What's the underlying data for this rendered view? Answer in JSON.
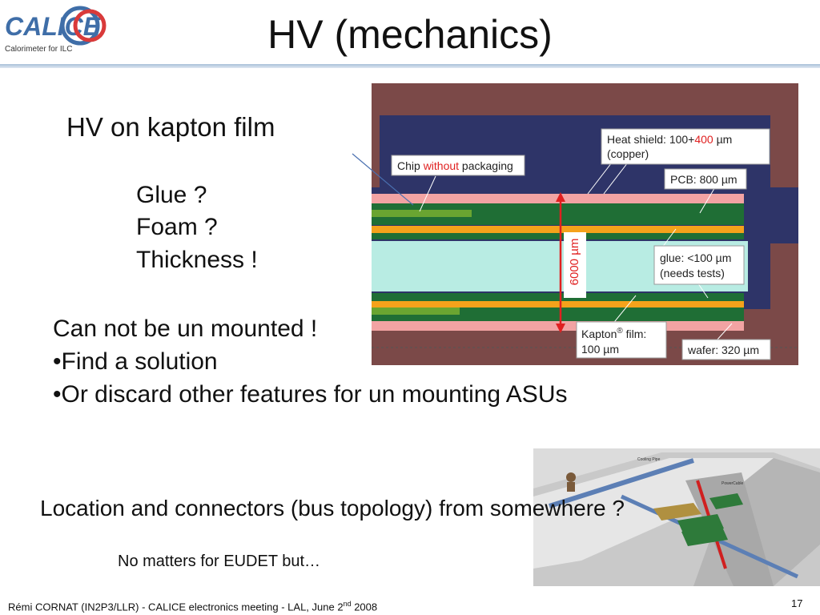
{
  "header": {
    "title": "HV (mechanics)",
    "logo": {
      "text": "CALICE",
      "tagline": "Calorimeter for ILC"
    }
  },
  "content": {
    "subtitle": "HV on kapton film",
    "questions": [
      "Glue ?",
      "Foam ?",
      "Thickness !"
    ],
    "note": "Can not be un mounted !",
    "bullets": [
      "•Find a solution",
      "•Or discard other features for un mounting ASUs"
    ],
    "location_line": "Location and connectors (bus topology) from somewhere ?",
    "eudet_note": "No matters for EUDET but…"
  },
  "cross_section": {
    "labels": {
      "chip_a": "Chip ",
      "chip_b": "without",
      "chip_c": " packaging",
      "heat_a": "Heat shield: 100+",
      "heat_b": "400",
      "heat_c": " µm",
      "heat_d": "(copper)",
      "pcb": "PCB: 800 µm",
      "thickness": "6000 µm",
      "glue_a": "glue: <100 µm",
      "glue_b": "(needs tests)",
      "kapton_a": "Kapton",
      "kapton_reg": "®",
      "kapton_b": " film:",
      "kapton_c": "100 µm",
      "wafer": "wafer: 320 µm"
    },
    "colors": {
      "structure": "#7b4948",
      "background": "#2e3468",
      "shield": "#f2a3a3",
      "pcb": "#1f6e35",
      "chip": "#6aa531",
      "glue_orange": "#f5a21b",
      "cooling": "#b8ece3",
      "arrow": "#e02020",
      "label_red": "#e02020"
    }
  },
  "render3d": {
    "labels": {
      "cooling": "Cooling Pipe",
      "power": "PowerCable"
    }
  },
  "footer": {
    "text_a": "Rémi CORNAT (IN2P3/LLR)  -  CALICE electronics meeting  -  LAL, June 2",
    "superscript": "nd",
    "text_b": " 2008",
    "page": "17"
  }
}
